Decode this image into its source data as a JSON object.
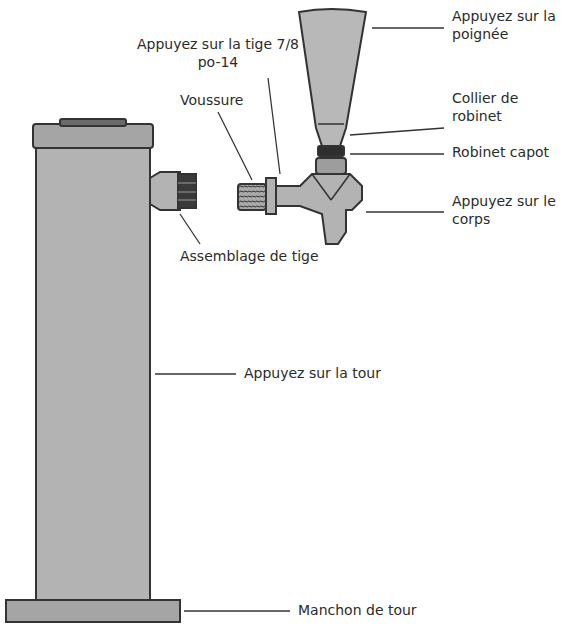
{
  "diagram": {
    "labels": [
      "Appuyez sur la poignée",
      "Appuyez sur la tige 7/8 po-14",
      "Voussure",
      "Collier de robinet",
      "Robinet capot",
      "Appuyez sur le corps",
      "Assemblage de tige",
      "Appuyez sur la tour",
      "Manchon de tour"
    ]
  }
}
